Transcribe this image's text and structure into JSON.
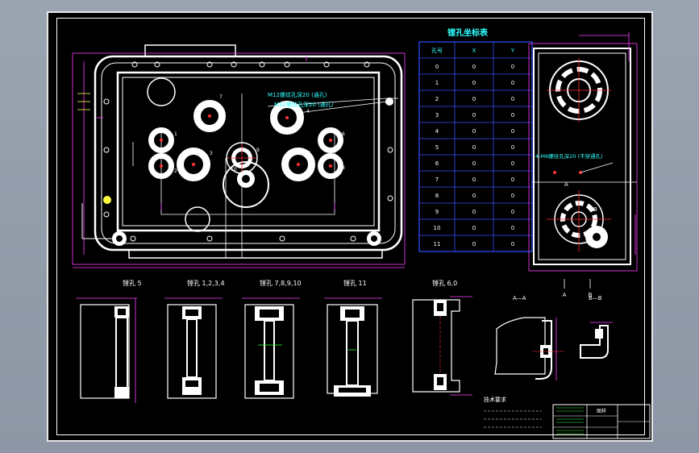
{
  "table": {
    "title": "镗孔坐标表",
    "headers": [
      "孔号",
      "X",
      "Y"
    ],
    "rows": [
      [
        "0",
        "0",
        "0"
      ],
      [
        "1",
        "0",
        "0"
      ],
      [
        "2",
        "0",
        "0"
      ],
      [
        "3",
        "0",
        "0"
      ],
      [
        "4",
        "0",
        "0"
      ],
      [
        "5",
        "0",
        "0"
      ],
      [
        "6",
        "0",
        "0"
      ],
      [
        "7",
        "0",
        "0"
      ],
      [
        "8",
        "0",
        "0"
      ],
      [
        "9",
        "0",
        "0"
      ],
      [
        "10",
        "0",
        "0"
      ],
      [
        "11",
        "0",
        "0"
      ]
    ],
    "footnote": ""
  },
  "section_titles": [
    "镗孔 5",
    "镗孔 1,2,3,4",
    "镗孔 7,8,9,10",
    "镗孔 11",
    "镗孔 6,0"
  ],
  "section_marks": [
    "A—A",
    "B—B"
  ],
  "view_marks": [
    "A",
    "B"
  ],
  "callouts": [
    "M12螺纹孔深20 (通孔)",
    "M12螺纹孔深20 (通孔)",
    "4-M6螺纹孔深20 (不穿通孔)"
  ],
  "bore_labels": [
    "7",
    "1",
    "2",
    "3",
    "4",
    "5",
    "6",
    "8",
    "9",
    "10"
  ],
  "tech_notes": [
    "技术要求"
  ],
  "title_block": {
    "label": "图样",
    "company": "",
    "drawing_name": ""
  },
  "colors": {
    "line": "#ffffff",
    "dim": "#ff40ff",
    "center": "#ff3030",
    "table": "#3050ff",
    "cyan": "#30ffff",
    "yellow": "#ffff40"
  }
}
